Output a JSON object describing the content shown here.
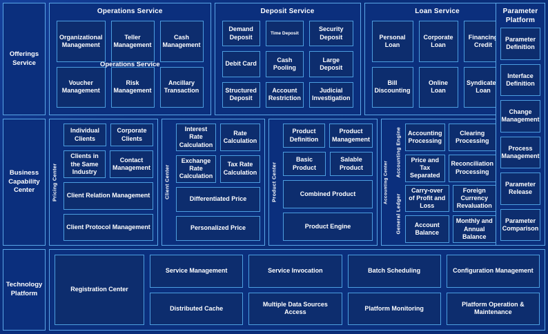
{
  "rows": {
    "offerings": {
      "label": "Offerings\nService",
      "label_line1": "Offerings",
      "label_line2": "Service",
      "services": [
        {
          "title": "Operations Service",
          "duplicate_title": "Operations Service",
          "items": [
            {
              "label": "Organizational Management"
            },
            {
              "label": "Teller Management"
            },
            {
              "label": "Cash Management"
            },
            {
              "label": "Voucher Management"
            },
            {
              "label": "Risk Management"
            },
            {
              "label": "Ancillary Transaction"
            }
          ]
        },
        {
          "title": "Deposit Service",
          "items": [
            {
              "label": "Demand Deposit"
            },
            {
              "label": "Time Deposit",
              "small": true
            },
            {
              "label": "Security Deposit"
            },
            {
              "label": "Debit Card"
            },
            {
              "label": "Cash Pooling"
            },
            {
              "label": "Large Deposit"
            },
            {
              "label": "Structured Deposit"
            },
            {
              "label": "Account Restriction"
            },
            {
              "label": "Judicial Investigation"
            }
          ]
        },
        {
          "title": "Loan Service",
          "items": [
            {
              "label": "Personal Loan"
            },
            {
              "label": "Corporate Loan"
            },
            {
              "label": "Financing Credit"
            },
            {
              "label": "Bill Discounting"
            },
            {
              "label": "Online Loan"
            },
            {
              "label": "Syndicated Loan"
            }
          ]
        }
      ]
    },
    "business_capability": {
      "label_line1": "Business",
      "label_line2": "Capability",
      "label_line3": "Center",
      "panels": [
        {
          "vlabel": "Pricing Center",
          "pairs": [
            [
              "Individual Clients",
              "Corporate Clients"
            ],
            [
              "Clients in the Same Industry",
              "Contact Management"
            ]
          ],
          "wides": [
            "Client Relation Management",
            "Client Protocol Management"
          ]
        },
        {
          "vlabel": "Client Center",
          "pairs": [
            [
              "Interest Rate Calculation",
              "Rate Calculation"
            ],
            [
              "Exchange Rate Calculation",
              "Tax Rate Calculation"
            ]
          ],
          "wides": [
            "Differentiated Price",
            "Personalized Price"
          ]
        },
        {
          "vlabel": "Product Center",
          "pairs": [
            [
              "Product Definition",
              "Product Management"
            ],
            [
              "Basic Product",
              "Salable Product"
            ]
          ],
          "wides": [
            "Combined Product",
            "Product Engine"
          ]
        }
      ],
      "accounting": {
        "outer_vlabel": "Accounting Center",
        "groups": [
          {
            "vlabel": "Accounting Engine",
            "items": [
              "Accounting Processing",
              "Clearing Processing",
              "Price and Tax Separated",
              "Reconciliation Processing"
            ]
          },
          {
            "vlabel": "General Ledger",
            "items": [
              "Carry-over of Profit and Loss",
              "Foreign Currency Revaluation",
              "Account Balance",
              "Monthly and Annual Balance"
            ]
          }
        ]
      }
    },
    "technology": {
      "label_line1": "Technology",
      "label_line2": "Platform",
      "registration": "Registration Center",
      "items": [
        "Service Management",
        "Service Invocation",
        "Batch Scheduling",
        "Configuration Management",
        "Distributed Cache",
        "Multiple Data Sources Access",
        "Platform Monitoring",
        "Platform Operation & Maintenance"
      ]
    }
  },
  "rail": {
    "title_line1": "Parameter",
    "title_line2": "Platform",
    "items": [
      "Parameter Definition",
      "Interface Definition",
      "Change Management",
      "Process Management",
      "Parameter Release",
      "Parameter Comparison"
    ]
  },
  "colors": {
    "background": "#0b2f7d",
    "panel_border": "#5aa7e8",
    "box_border": "#4d9fe0",
    "box_fill": "#0d2d6e",
    "text": "#ffffff"
  }
}
